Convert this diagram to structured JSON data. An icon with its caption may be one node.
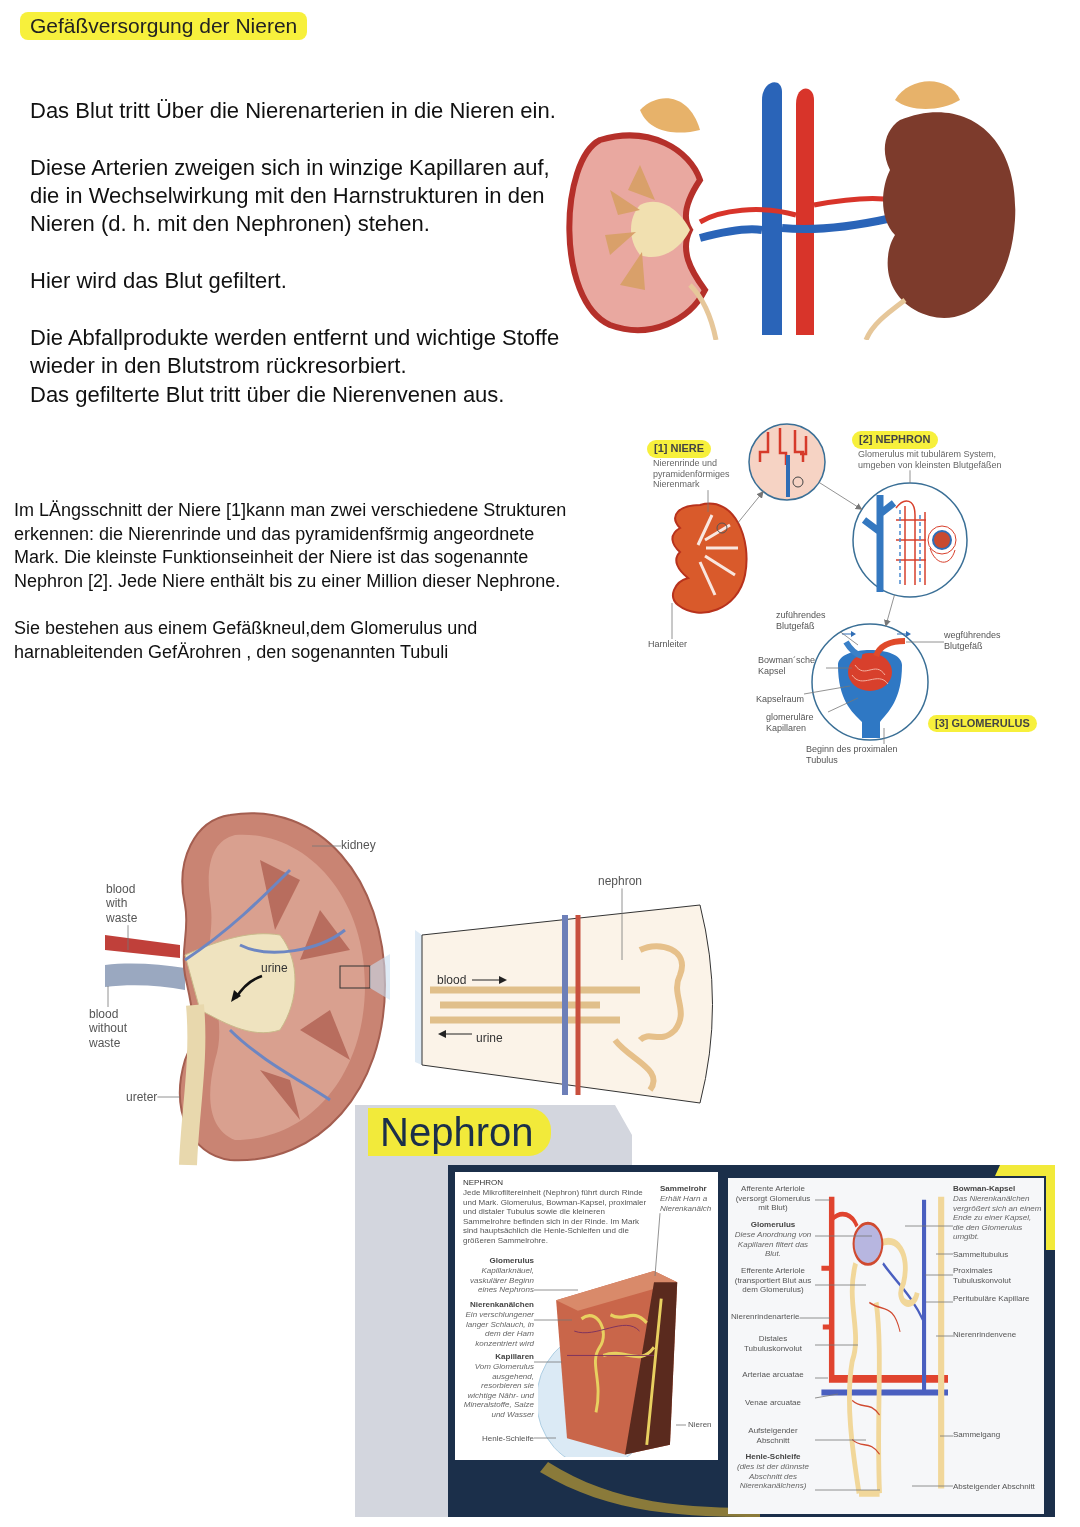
{
  "diagram": {
    "title": "Gefäßversorgung der Nieren",
    "nodes": [
      {
        "text": [
          "[1] NIERE",
          "Nierenrinde und pyramidenförmiges Nierenmark"
        ]
      },
      {
        "text": [],
        "shape": "picture"
      },
      {
        "text": [
          "[2] NEPHRON",
          "Glomerulus mit tubulärem System, umgeben von kleinsten Blutgefäßen"
        ]
      },
      {
        "text": [],
        "shape": "picture"
      },
      {
        "text": [],
        "shape": "picture"
      },
      {
        "text": [
          "Harnleiter"
        ]
      },
      {
        "text": [
          "zuführendes Blutgefäß"
        ]
      },
      {
        "text": [
          "wegführendes Blutgefäß"
        ]
      },
      {
        "text": [
          "Bowman´sche Kapsel"
        ]
      },
      {
        "text": [],
        "shape": "picture"
      },
      {
        "text": [
          "Kapselraum"
        ]
      },
      {
        "text": [
          "glomeruläre Kapillaren"
        ]
      },
      {
        "text": [
          "[3] GLOMERULUS"
        ]
      },
      {
        "text": [
          "Beginn des proximalen Tubulus"
        ]
      },
      {
        "text": [
          "kidney"
        ]
      },
      {
        "text": [
          "nephron"
        ]
      },
      {
        "text": [
          "blood with waste"
        ]
      },
      {
        "text": [
          "blood without waste"
        ]
      },
      {
        "text": [
          "ureter"
        ]
      },
      {
        "text": [
          "Nephron"
        ]
      },
      {
        "text": [
          "NEPHRON",
          "Jede Mikrofiltereinheit (Nephron) führt durch Rinde und Mark. Glomerulus, Bowman-Kapsel, proximaler und distaler Tubulus sowie die kleineren Sammelrohre befinden sich in der Rinde. Im Mark sind hauptsächlich die Henle-Schleifen und die größeren Sammelrohre."
        ]
      },
      {
        "text": [
          "Sammelrohr",
          "Erhält Harn a Nierenkanälch"
        ],
        "in": 20
      },
      {
        "text": [
          "Glomerulus",
          "Kapillarknäuel, vaskulärer Beginn eines Nephrons"
        ],
        "in": 20
      },
      {
        "text": [
          "Nierenkanälchen",
          "Ein verschlungener langer Schlauch, in dem der Harn konzentriert wird"
        ],
        "in": 20
      },
      {
        "text": [
          "Kapillaren",
          "Vom Glomerulus ausgehend, resorbieren sie wichtige Nähr- und Mineralstoffe, Salze und Wasser"
        ],
        "in": 20
      },
      {
        "text": [
          "Henle-Schleife"
        ],
        "in": 20
      },
      {
        "text": [
          "Nieren"
        ],
        "in": 20
      },
      {
        "text": [],
        "shape": "box"
      },
      {
        "text": [
          "Afferente Arteriole (versorgt Glomerulus mit Blut)"
        ],
        "in": 27
      },
      {
        "text": [
          "Bowman-Kapsel",
          "Das Nierenkanälchen vergrößert sich an einem Ende zu einer Kapsel, die den Glomerulus umgibt."
        ],
        "in": 27
      },
      {
        "text": [
          "Glomerulus",
          "Diese Anordnung von Kapillaren filtert das Blut."
        ],
        "in": 27
      },
      {
        "text": [
          "Sammeltubulus"
        ],
        "in": 27
      },
      {
        "text": [
          "Proximales Tubuluskonvolut"
        ],
        "in": 27
      },
      {
        "text": [
          "Efferente Arteriole (transportiert Blut aus dem Glomerulus)"
        ],
        "in": 27
      },
      {
        "text": [
          "Peritubuläre Kapillare"
        ],
        "in": 27
      },
      {
        "text": [
          "Nierenrindenarterie"
        ],
        "in": 27
      },
      {
        "text": [
          "Nierenrindenvene"
        ],
        "in": 27
      },
      {
        "text": [
          "Distales Tubuluskonvolut"
        ],
        "in": 27
      },
      {
        "text": [
          "Arteriae arcuatae"
        ],
        "in": 27
      },
      {
        "text": [
          "Venae arcuatae"
        ],
        "in": 27
      },
      {
        "text": [
          "Sammelgang"
        ],
        "in": 27
      },
      {
        "text": [
          "Aufsteigender Abschnitt"
        ],
        "in": 27
      },
      {
        "text": [
          "Henle-Schleife",
          "(dies ist der dünnste Abschnitt des Nierenkanälchens)"
        ],
        "in": 27
      },
      {
        "text": [
          "Absteigender Abschnitt"
        ],
        "in": 27
      },
      {
        "text": [],
        "shape": "picture"
      },
      {
        "text": [],
        "shape": "picture"
      },
      {
        "text": [],
        "shape": "picture",
        "in": 20
      },
      {
        "text": [],
        "shape": "picture",
        "in": 27
      }
    ],
    "edges": [
      {
        "from": 3,
        "to": 1,
        "arrow": "to"
      },
      {
        "from": 1,
        "to": 4,
        "arrow": "to"
      },
      {
        "from": 4,
        "to": 9,
        "arrow": "to"
      },
      {
        "from": 0,
        "to": 3,
        "arrow": "none"
      },
      {
        "from": 2,
        "to": 4,
        "arrow": "none"
      },
      {
        "from": 5,
        "to": 3,
        "arrow": "none"
      },
      {
        "from": 6,
        "to": 9,
        "arrow": "none"
      },
      {
        "from": 7,
        "to": 9,
        "arrow": "none"
      },
      {
        "from": 8,
        "to": 9,
        "arrow": "none"
      },
      {
        "from": 10,
        "to": 9,
        "arrow": "none"
      },
      {
        "from": 11,
        "to": 9,
        "arrow": "none"
      },
      {
        "from": 13,
        "to": 9,
        "arrow": "none"
      },
      {
        "from": 14,
        "to": 44,
        "arrow": "none"
      },
      {
        "from": 15,
        "to": 45,
        "arrow": "none"
      },
      {
        "from": 16,
        "to": 44,
        "arrow": "none"
      },
      {
        "from": 17,
        "to": 44,
        "arrow": "none"
      },
      {
        "from": 18,
        "to": 44,
        "arrow": "none"
      },
      {
        "from": 21,
        "to": 46,
        "arrow": "none"
      },
      {
        "from": 22,
        "to": 46,
        "arrow": "none"
      },
      {
        "from": 23,
        "to": 46,
        "arrow": "none"
      },
      {
        "from": 24,
        "to": 46,
        "arrow": "none"
      },
      {
        "from": 25,
        "to": 46,
        "arrow": "none"
      },
      {
        "from": 26,
        "to": 46,
        "arrow": "none"
      },
      {
        "from": 28,
        "to": 47,
        "arrow": "none"
      },
      {
        "from": 29,
        "to": 47,
        "arrow": "none"
      },
      {
        "from": 30,
        "to": 47,
        "arrow": "none"
      },
      {
        "from": 31,
        "to": 47,
        "arrow": "none"
      },
      {
        "from": 32,
        "to": 47,
        "arrow": "none"
      },
      {
        "from": 33,
        "to": 47,
        "arrow": "none"
      },
      {
        "from": 34,
        "to": 47,
        "arrow": "none"
      },
      {
        "from": 35,
        "to": 47,
        "arrow": "none"
      },
      {
        "from": 36,
        "to": 47,
        "arrow": "none"
      },
      {
        "from": 37,
        "to": 47,
        "arrow": "none"
      },
      {
        "from": 38,
        "to": 47,
        "arrow": "none"
      },
      {
        "from": 39,
        "to": 47,
        "arrow": "none"
      },
      {
        "from": 40,
        "to": 47,
        "arrow": "none"
      },
      {
        "from": 41,
        "to": 47,
        "arrow": "none"
      },
      {
        "from": 42,
        "to": 47,
        "arrow": "none"
      },
      {
        "from": 43,
        "to": 47,
        "arrow": "none"
      }
    ],
    "labels": [
      "Das Blut tritt Über die Nierenarterien in die Nieren ein.",
      "Diese Arterien zweigen sich in winzige Kapillaren auf, die in Wechselwirkung mit den Harnstrukturen in den Nieren (d. h. mit den Nephronen) stehen.",
      "Hier wird das Blut gefiltert.",
      "Die Abfallprodukte werden entfernt und wichtige Stoffe wieder in den Blutstrom rückresorbiert.",
      "Das gefilterte Blut tritt über die Nierenvenen aus.",
      "Im LÄngsschnitt der Niere [1]kann man zwei verschiedene Strukturen erkennen: die Nierenrinde und das pyramidenfšrmig angeordnete Mark. Die kleinste Funktionseinheit der Niere ist das sogenannte Nephron [2]. Jede Niere enthält bis zu einer Million dieser Nephrone.",
      "Sie bestehen aus einem Gefäßkneul,dem Glomerulus und harnableitenden GefÄrohren , den sogenannten Tubuli",
      "urine",
      "blood",
      "urine"
    ]
  }
}
